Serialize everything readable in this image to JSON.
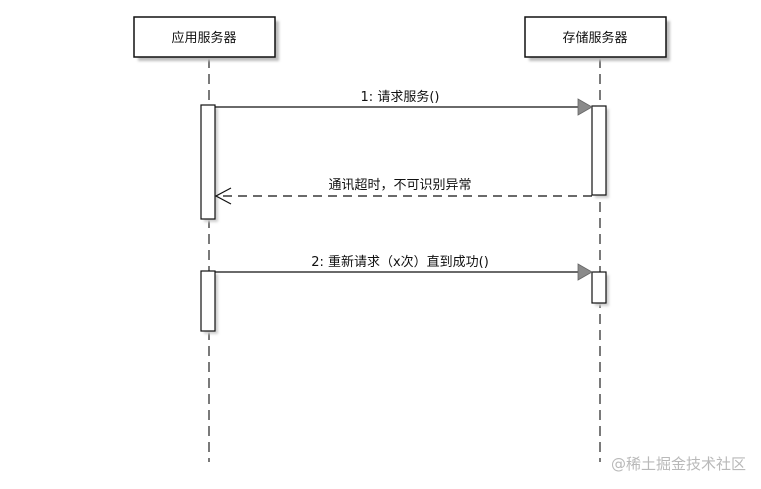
{
  "participants": [
    {
      "id": "app",
      "label": "应用服务器"
    },
    {
      "id": "storage",
      "label": "存储服务器"
    }
  ],
  "messages": [
    {
      "id": "m1",
      "from": "app",
      "to": "storage",
      "kind": "sync-call",
      "label": "1: 请求服务()"
    },
    {
      "id": "m2",
      "from": "storage",
      "to": "app",
      "kind": "return",
      "label": "通讯超时，不可识别异常"
    },
    {
      "id": "m3",
      "from": "app",
      "to": "storage",
      "kind": "sync-call",
      "label": "2: 重新请求（x次）直到成功()"
    }
  ],
  "watermark": "@稀土掘金技术社区",
  "colors": {
    "line": "#222222",
    "shadow": "#bdbdbd",
    "arrowhead": "#8a8a8a",
    "returnShadow": "#d0d0d0",
    "watermark": "#b9b9b9"
  }
}
